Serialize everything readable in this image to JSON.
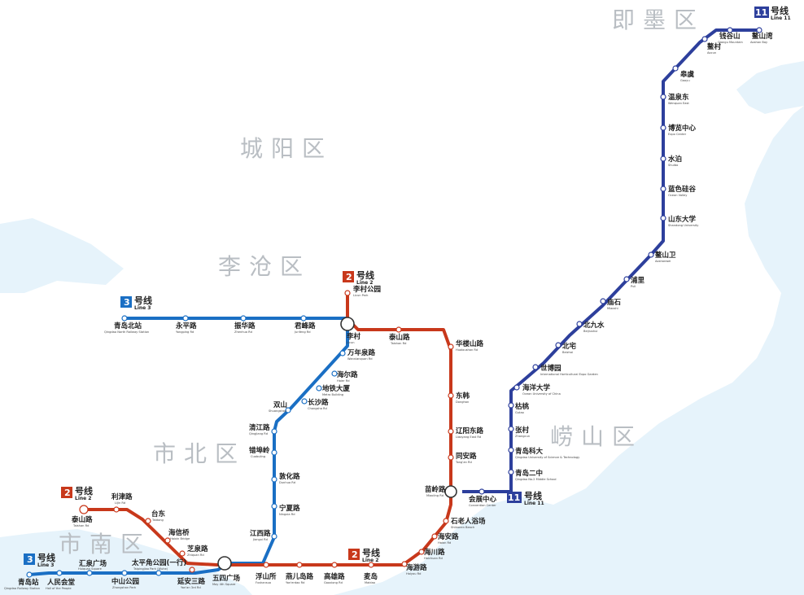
{
  "colors": {
    "line2": "#c8381b",
    "line3": "#1a6fc4",
    "line11": "#2d3f9c",
    "sea": "#e6f3fb",
    "district_text": "#b9bec3"
  },
  "districts": {
    "jimo": "即墨区",
    "chengyang": "城阳区",
    "licang": "李沧区",
    "shibei": "市北区",
    "laoshan": "崂山区",
    "shinan": "市南区"
  },
  "legend": {
    "line3_top": {
      "num": "3",
      "cn": "号线",
      "en": "Line 3"
    },
    "line2_top": {
      "num": "2",
      "cn": "号线",
      "en": "Line 2"
    },
    "line11_top": {
      "num": "11",
      "cn": "号线",
      "en": "Line 11"
    },
    "line2_left": {
      "num": "2",
      "cn": "号线",
      "en": "Line 2"
    },
    "line3_bottom": {
      "num": "3",
      "cn": "号线",
      "en": "Line 3"
    },
    "line2_bottom": {
      "num": "2",
      "cn": "号线",
      "en": "Line 2"
    },
    "line11_bottom": {
      "num": "11",
      "cn": "号线",
      "en": "Line 11"
    }
  },
  "stations": {
    "qingdao_north": {
      "cn": "青岛北站",
      "en": "Qingdao North Railway Station"
    },
    "yongping_rd": {
      "cn": "永平路",
      "en": "Yongping Rd"
    },
    "zhenhua_rd": {
      "cn": "振华路",
      "en": "Zhenhua Rd"
    },
    "junfeng_rd": {
      "cn": "君峰路",
      "en": "Junfeng Rd"
    },
    "licun": {
      "cn": "李村",
      "en": "Licun"
    },
    "licun_park": {
      "cn": "李村公园",
      "en": "Licun Park"
    },
    "taishan_rd": {
      "cn": "泰山路",
      "en": "Taishan Rd"
    },
    "huashan_rd": {
      "cn": "华楼山路",
      "en": "Hualoushan Rd"
    },
    "donghan": {
      "cn": "东韩",
      "en": "Donghan"
    },
    "liaoyang_east": {
      "cn": "辽阳东路",
      "en": "Liaoyang East Rd"
    },
    "tongan_rd": {
      "cn": "同安路",
      "en": "Tong'an Rd"
    },
    "miaoling_rd": {
      "cn": "苗岭路",
      "en": "Miaoling Rd"
    },
    "shilaoren": {
      "cn": "石老人浴场",
      "en": "Shilaoren Beach"
    },
    "haian_rd": {
      "cn": "海安路",
      "en": "Haian Rd"
    },
    "haichuan_rd": {
      "cn": "海川路",
      "en": "Haichuan Rd"
    },
    "haiyou_rd": {
      "cn": "海游路",
      "en": "Haiyou Rd"
    },
    "maidao": {
      "cn": "麦岛",
      "en": "Maidao"
    },
    "gaoxiong_rd": {
      "cn": "高雄路",
      "en": "Gaoxiong Rd"
    },
    "yaner_rd": {
      "cn": "燕儿岛路",
      "en": "Yan'erdao Rd"
    },
    "fushansuo": {
      "cn": "浮山所",
      "en": "Fushansuo"
    },
    "wusi_square": {
      "cn": "五四广场",
      "en": "May 4th Square"
    },
    "yanan_3rd": {
      "cn": "延安三路",
      "en": "Yan'an 3rd Rd"
    },
    "zhiquan_rd": {
      "cn": "芝泉路",
      "en": "Zhiquan Rd"
    },
    "haixin_bridge": {
      "cn": "海信桥",
      "en": "Haixin Bridge"
    },
    "taidong": {
      "cn": "台东",
      "en": "Taidong"
    },
    "lijin_rd": {
      "cn": "利津路",
      "en": "Lijin Rd"
    },
    "taishan_rd_w": {
      "cn": "泰山路",
      "en": "Taishan Rd"
    },
    "qingdao_station": {
      "cn": "青岛站",
      "en": "Qingdao Railway Station"
    },
    "renmin_hall": {
      "cn": "人民会堂",
      "en": "Hall of the People"
    },
    "huiquan_sq": {
      "cn": "汇泉广场",
      "en": "Huiquan Square"
    },
    "zhongshan_park": {
      "cn": "中山公园",
      "en": "Zhongshan Park"
    },
    "taipingjiao_park": {
      "cn": "太平角公园(一行)",
      "en": "Taipingjiao Park (Wuhe)"
    },
    "wannianquan_rd": {
      "cn": "万年泉路",
      "en": "Wannianquan Rd"
    },
    "haier_rd": {
      "cn": "海尔路",
      "en": "Haier Rd"
    },
    "ditie_dasha": {
      "cn": "地铁大厦",
      "en": "Metro Building"
    },
    "changsha_rd": {
      "cn": "长沙路",
      "en": "Changsha Rd"
    },
    "shuangshan": {
      "cn": "双山",
      "en": "Shuangshan"
    },
    "qingjiang_rd": {
      "cn": "清江路",
      "en": "Qingjiang Rd"
    },
    "cuozhuangling": {
      "cn": "错埠岭",
      "en": "Cuobuling"
    },
    "dunhua_rd": {
      "cn": "敦化路",
      "en": "Dunhua Rd"
    },
    "ningxia_rd": {
      "cn": "宁夏路",
      "en": "Ningxia Rd"
    },
    "jiangxi_rd": {
      "cn": "江西路",
      "en": "Jiangxi Rd"
    },
    "convention_center": {
      "cn": "会展中心",
      "en": "Convention Center"
    },
    "qingdao_no2": {
      "cn": "青岛二中",
      "en": "Qingdao No.2 Middle School"
    },
    "qingdao_keda": {
      "cn": "青岛科大",
      "en": "Qingdao University of Science & Technology"
    },
    "zhangcun": {
      "cn": "张村",
      "en": "Zhangcun"
    },
    "tongliu": {
      "cn": "枯桃",
      "en": "Gutao"
    },
    "ocean_univ": {
      "cn": "海洋大学",
      "en": "Ocean University of China"
    },
    "expo": {
      "cn": "世博园",
      "en": "International Horticultural Expo Garden"
    },
    "beizhai": {
      "cn": "北宅",
      "en": "Beizhai"
    },
    "beijiushui": {
      "cn": "北九水",
      "en": "Beijiushui"
    },
    "miaoshi": {
      "cn": "庙石",
      "en": "Miaoshi"
    },
    "puli": {
      "cn": "浦里",
      "en": "Puli"
    },
    "aoshanwei": {
      "cn": "鳌山卫",
      "en": "Aoshanwei"
    },
    "shandong_univ": {
      "cn": "山东大学",
      "en": "Shandong University"
    },
    "blue_valley": {
      "cn": "蓝色硅谷",
      "en": "Ocean Valley"
    },
    "shuibo": {
      "cn": "水泊",
      "en": "Shuibo"
    },
    "expo_center": {
      "cn": "博览中心",
      "en": "Expo Center"
    },
    "wenquan_east": {
      "cn": "温泉东",
      "en": "Wenquan East"
    },
    "haozhuang": {
      "cn": "皋虞",
      "en": "Gaoyu"
    },
    "yecun": {
      "cn": "鳌村",
      "en": "Aocun"
    },
    "jinshan": {
      "cn": "钱谷山",
      "en": "Qiangu Mountain"
    },
    "aoshanwan": {
      "cn": "鳌山湾",
      "en": "Aoshan Bay"
    }
  }
}
